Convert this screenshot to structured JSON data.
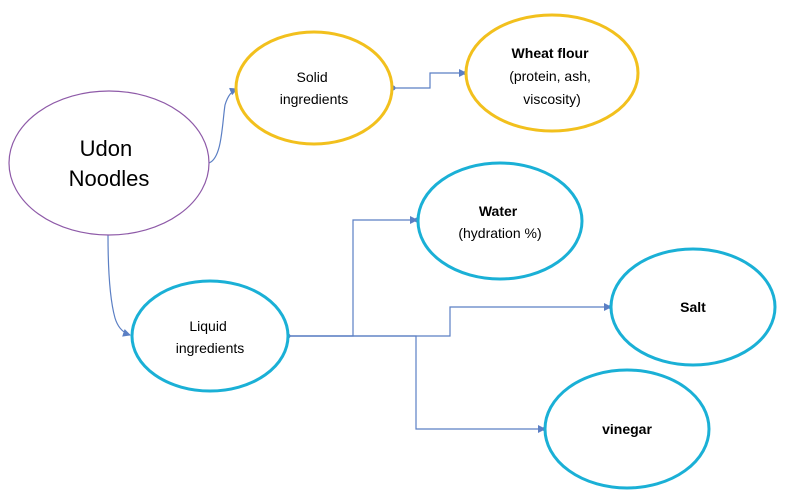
{
  "diagram": {
    "root": {
      "line1": "Udon",
      "line2": "Noodles",
      "stroke": "#8e5aa8"
    },
    "solid": {
      "line1": "Solid",
      "line2": "ingredients",
      "stroke": "#f2c01d"
    },
    "wheat": {
      "title": "Wheat flour",
      "line2": "(protein, ash,",
      "line3": "viscosity)",
      "stroke": "#f2c01d"
    },
    "liquid": {
      "line1": "Liquid",
      "line2": "ingredients",
      "stroke": "#1ab0d6"
    },
    "water": {
      "title": "Water",
      "line2": "(hydration %)",
      "stroke": "#1ab0d6"
    },
    "salt": {
      "title": "Salt",
      "stroke": "#1ab0d6"
    },
    "vinegar": {
      "title": "vinegar",
      "stroke": "#1ab0d6"
    },
    "connector_color": "#5b7fc4"
  }
}
